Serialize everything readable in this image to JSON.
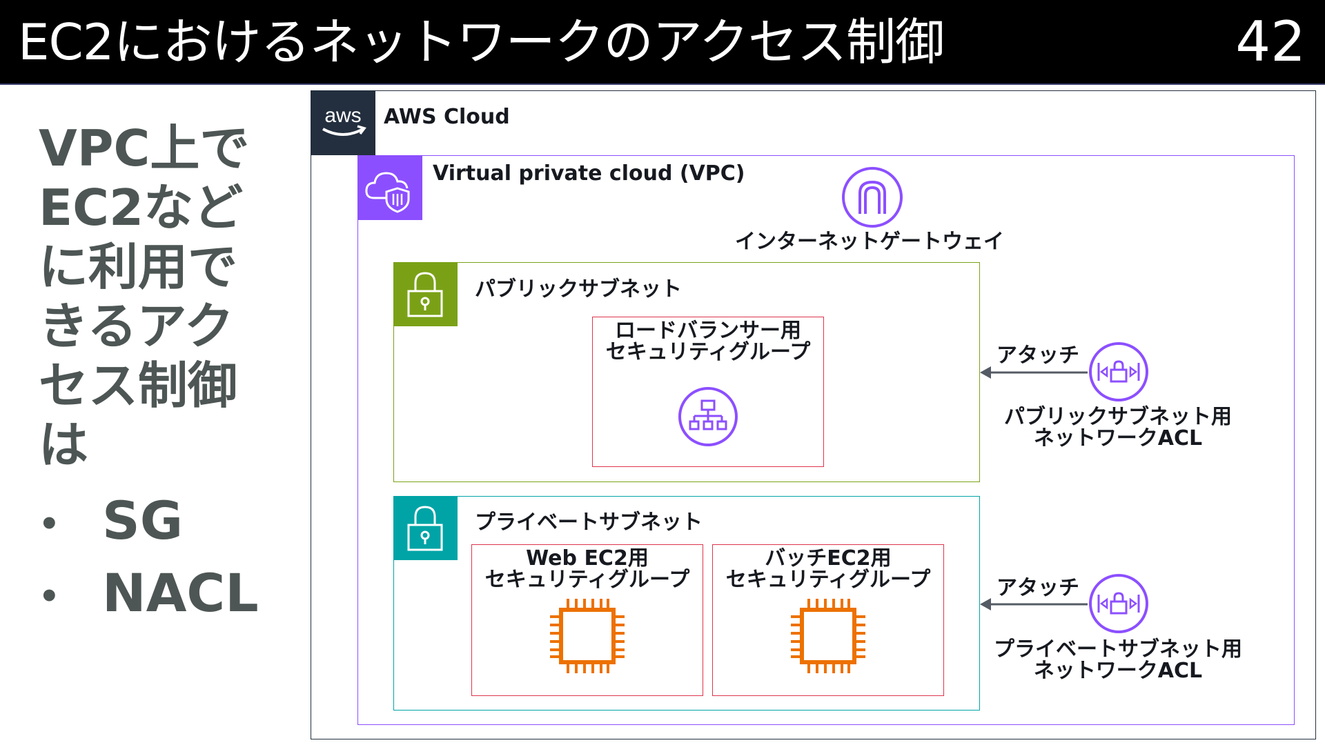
{
  "header": {
    "title": "EC2におけるネットワークのアクセス制御",
    "page_number": "42"
  },
  "sidebar": {
    "heading_lines": [
      "VPC上で",
      "EC2など",
      "に利用で",
      "きるアク",
      "セス制御",
      "は"
    ],
    "bullets": [
      "SG",
      "NACL"
    ]
  },
  "diagram": {
    "aws_cloud_label": "AWS Cloud",
    "vpc_label": "Virtual private cloud (VPC)",
    "igw_label": "インターネットゲートウェイ",
    "public_subnet_label": "パブリックサブネット",
    "private_subnet_label": "プライベートサブネット",
    "lb_sg_lines": [
      "ロードバランサー用",
      "セキュリティグループ"
    ],
    "web_sg_lines": [
      "Web EC2用",
      "セキュリティグループ"
    ],
    "batch_sg_lines": [
      "バッチEC2用",
      "セキュリティグループ"
    ],
    "attach_label_public": "アタッチ",
    "attach_label_private": "アタッチ",
    "public_nacl_lines": [
      "パブリックサブネット用",
      "ネットワークACL"
    ],
    "private_nacl_lines": [
      "プライベートサブネット用",
      "ネットワークACL"
    ],
    "aws_logo_text": "aws",
    "icons": {
      "aws_logo": "aws-logo-icon",
      "vpc": "vpc-cloud-shield-icon",
      "igw": "internet-gateway-icon",
      "subnet_lock": "lock-icon",
      "elb": "load-balancer-icon",
      "ec2": "ec2-chip-icon",
      "nacl": "network-acl-icon"
    },
    "colors": {
      "aws_cloud_border": "#232f3e",
      "vpc_border": "#8c4fff",
      "public_subnet": "#7aa116",
      "private_subnet": "#00a4a6",
      "security_group": "#dd344c",
      "purple_icon": "#8c4fff",
      "ec2_orange": "#ed7100",
      "arrow": "#545b64"
    }
  }
}
